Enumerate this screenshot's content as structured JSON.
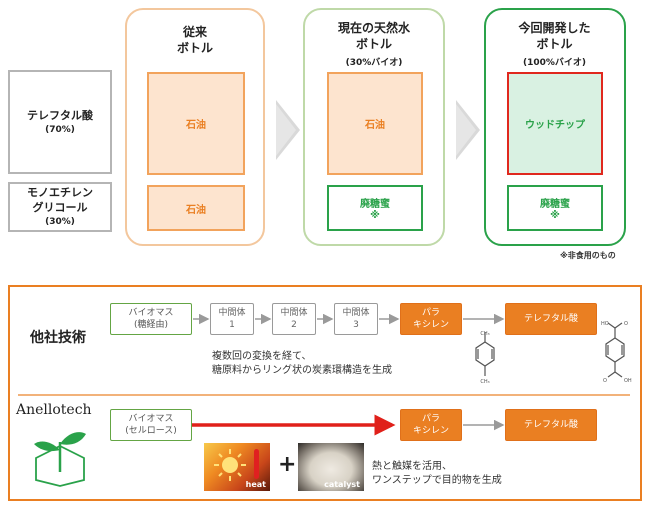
{
  "top": {
    "labels": [
      {
        "name": "テレフタル酸",
        "pct": "(70%)"
      },
      {
        "name1": "モノエチレン",
        "name2": "グリコール",
        "pct": "(30%)"
      }
    ],
    "columns": [
      {
        "title1": "従来",
        "title2": "ボトル",
        "sub": "",
        "top_cell": "石油",
        "bottom_cell": "石油",
        "bottom_mark": ""
      },
      {
        "title1": "現在の天然水",
        "title2": "ボトル",
        "sub": "(30%バイオ)",
        "top_cell": "石油",
        "bottom_cell": "廃糖蜜",
        "bottom_mark": "※"
      },
      {
        "title1": "今回開発した",
        "title2": "ボトル",
        "sub": "(100%バイオ)",
        "top_cell": "ウッドチップ",
        "bottom_cell": "廃糖蜜",
        "bottom_mark": "※"
      }
    ],
    "footnote": "※非食用のもの"
  },
  "bottom": {
    "others_label": "他社技術",
    "others_flow": {
      "biomass_l1": "バイオマス",
      "biomass_l2": "(糖経由)",
      "inter1_l1": "中間体",
      "inter1_l2": "1",
      "inter2_l1": "中間体",
      "inter2_l2": "2",
      "inter3_l1": "中間体",
      "inter3_l2": "3",
      "para_l1": "パラ",
      "para_l2": "キシレン",
      "tpa": "テレフタル酸"
    },
    "others_note_l1": "複数回の変換を経て、",
    "others_note_l2": "糖原料からリング状の炭素環構造を生成",
    "anello": {
      "logo_text": "Anellotech",
      "biomass_l1": "バイオマス",
      "biomass_l2": "(セルロース)",
      "para_l1": "パラ",
      "para_l2": "キシレン",
      "tpa": "テレフタル酸",
      "heat_label": "heat",
      "plus": "+",
      "catalyst_label": "catalyst",
      "note_l1": "熱と触媒を活用、",
      "note_l2": "ワンステップで目的物を生成"
    }
  }
}
